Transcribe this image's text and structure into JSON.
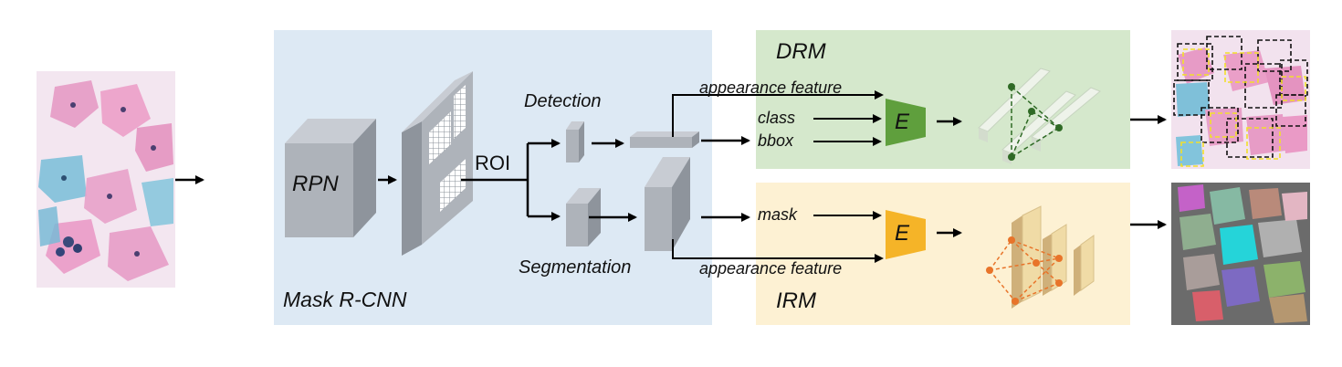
{
  "mask_rcnn": {
    "title": "Mask R-CNN",
    "rpn_label": "RPN",
    "roi_label": "ROI"
  },
  "branches": {
    "detection": "Detection",
    "segmentation": "Segmentation"
  },
  "drm": {
    "title": "DRM",
    "inputs": {
      "appearance": "appearance feature",
      "class": "class",
      "bbox": "bbox"
    },
    "encoder": "E"
  },
  "irm": {
    "title": "IRM",
    "inputs": {
      "mask": "mask",
      "appearance": "appearance feature"
    },
    "encoder": "E"
  },
  "colors": {
    "mask_rcnn_bg": "#dde9f4",
    "drm_bg": "#d5e8cc",
    "irm_bg": "#fdf1d3",
    "encoder_drm": "#5f9f3d",
    "encoder_irm": "#f5b428",
    "graph_drm": "#2f6a25",
    "graph_irm": "#e8742a"
  }
}
